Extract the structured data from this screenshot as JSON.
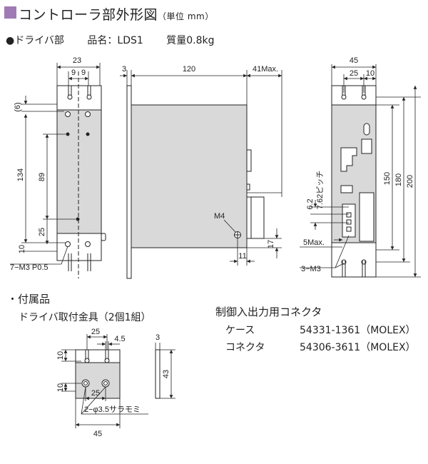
{
  "header": {
    "title": "コントローラ部外形図",
    "unit": "（単位 mm）"
  },
  "driver": {
    "name": "●ドライバ部",
    "model": "品名：LDS1",
    "weight": "質量0.8kg"
  },
  "front_view": {
    "dims": {
      "d23": "23",
      "d9a": "9",
      "d9b": "9",
      "d6": "(6)",
      "d134": "134",
      "d89": "89",
      "d25": "25",
      "d10": "10",
      "thread": "7−M3 P0.5"
    }
  },
  "side_view": {
    "dims": {
      "d3": "3",
      "d120": "120",
      "d41": "41Max.",
      "m4": "M4",
      "d11": "11",
      "d17": "17"
    }
  },
  "rear_view": {
    "dims": {
      "d45": "45",
      "d25": "25",
      "d10": "10",
      "d150": "150",
      "d180": "180",
      "d200": "200",
      "pitch": "7.62ピッチ",
      "d62": "6.2",
      "d5max": "5Max.",
      "holes": "3−M3"
    }
  },
  "accessories": {
    "title": "・付属品",
    "bracket": "ドライバ取付金具（2個1組）",
    "dims": {
      "d25top": "25",
      "d45a": "4.5",
      "d10a": "10",
      "d10b": "10",
      "d25bot": "25",
      "holes": "2−φ3.5サラモミ",
      "d45": "45",
      "d3": "3",
      "d43": "43"
    }
  },
  "connector": {
    "title": "制御入出力用コネクタ",
    "rows": [
      {
        "label": "ケース",
        "part": "54331-1361（MOLEX）"
      },
      {
        "label": "コネクタ",
        "part": "54306-3611（MOLEX）"
      }
    ]
  }
}
